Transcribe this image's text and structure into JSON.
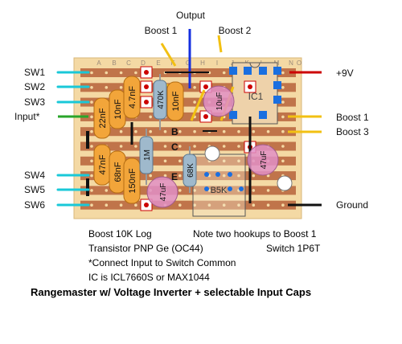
{
  "labels": {
    "output": "Output",
    "boost1_top": "Boost 1",
    "boost2_top": "Boost 2",
    "sw1": "SW1",
    "sw2": "SW2",
    "sw3": "SW3",
    "input": "Input*",
    "sw4": "SW4",
    "sw5": "SW5",
    "sw6": "SW6",
    "plus9v": "+9V",
    "boost1_right": "Boost 1",
    "boost3_right": "Boost 3",
    "ground": "Ground"
  },
  "columns": [
    "A",
    "B",
    "C",
    "D",
    "E",
    "F",
    "G",
    "H",
    "I",
    "J",
    "K",
    "L",
    "M",
    "N",
    "O"
  ],
  "parts": {
    "cap_22nF": "22nF",
    "cap_10nF_a": "10nF",
    "cap_4n7": "4.7nF",
    "res_470K": "470K",
    "cap_10nF_b": "10nF",
    "cap_10uF": "10uF",
    "ic": "IC1",
    "cap_47nF": "47nF",
    "cap_68nF": "68nF",
    "cap_150nF": "150nF",
    "res_1M": "1M",
    "cap_47uF_a": "47uF",
    "res_68K": "68K",
    "pot_b5k": "B5K",
    "cap_47uF_b": "47uF",
    "transistor_b": "B",
    "transistor_c": "C",
    "transistor_e": "E"
  },
  "notes": {
    "boost": "Boost 10K Log",
    "transistor": "Transistor PNP Ge (OC44)",
    "connect": "*Connect Input to Switch Common",
    "ic_note": "IC is ICL7660S or MAX1044",
    "hookups": "Note two hookups to Boost 1",
    "switch": "Switch 1P6T",
    "title": "Rangemaster w/ Voltage Inverter + selectable Input Caps"
  },
  "colors": {
    "board": "#f4d9a4",
    "strip": "#c0744a",
    "cap_orange": "#f2a53a",
    "resistor": "#9fb9cc",
    "electrolytic": "#e08fc6",
    "wire_cyan": "#19c8d8",
    "wire_green": "#2aa52a",
    "wire_yellow": "#f2c012",
    "wire_blue": "#1530e0",
    "wire_red": "#cc0000",
    "wire_black": "#111111"
  }
}
